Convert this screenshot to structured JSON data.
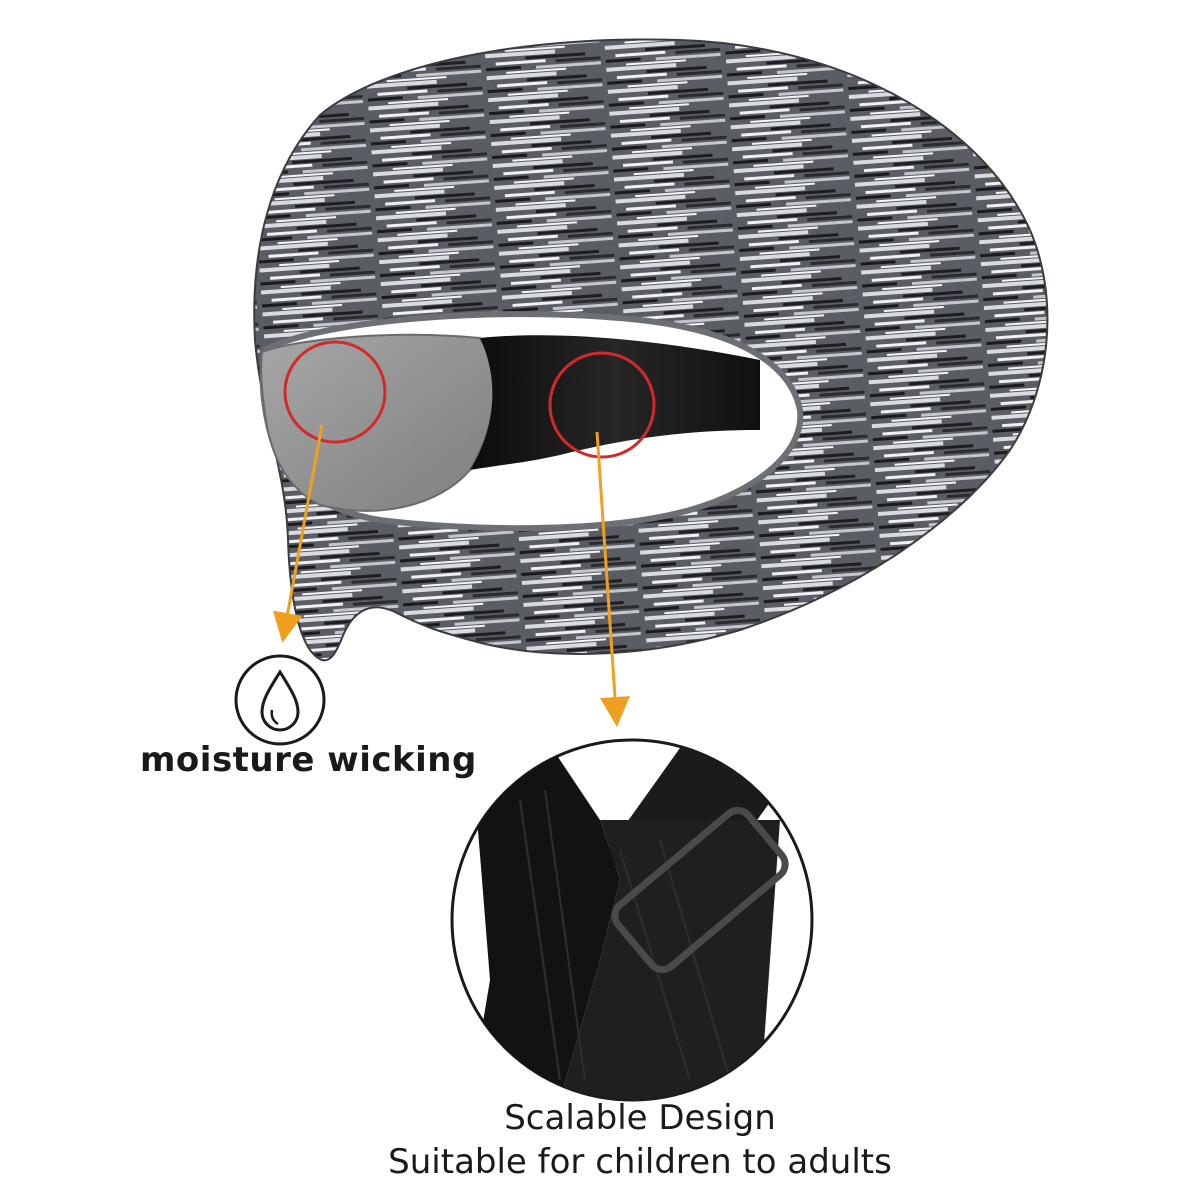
{
  "product": {
    "name": "VR eye mask cover"
  },
  "features": [
    {
      "id": "moisture",
      "label": "moisture wicking",
      "icon": "water-drop-icon"
    },
    {
      "id": "scalable",
      "line1": "Scalable Design",
      "line2": "Suitable for children to adults",
      "icon": "adjustable-strap"
    }
  ],
  "colors": {
    "fabric_light": "#cfd3d8",
    "fabric_dark": "#2a2b2e",
    "inner_lining": "#9a9a9a",
    "strap": "#141414",
    "highlight_circle": "#d22a2a",
    "arrow": "#f0a020",
    "text": "#1a1a1a",
    "background": "#ffffff"
  }
}
